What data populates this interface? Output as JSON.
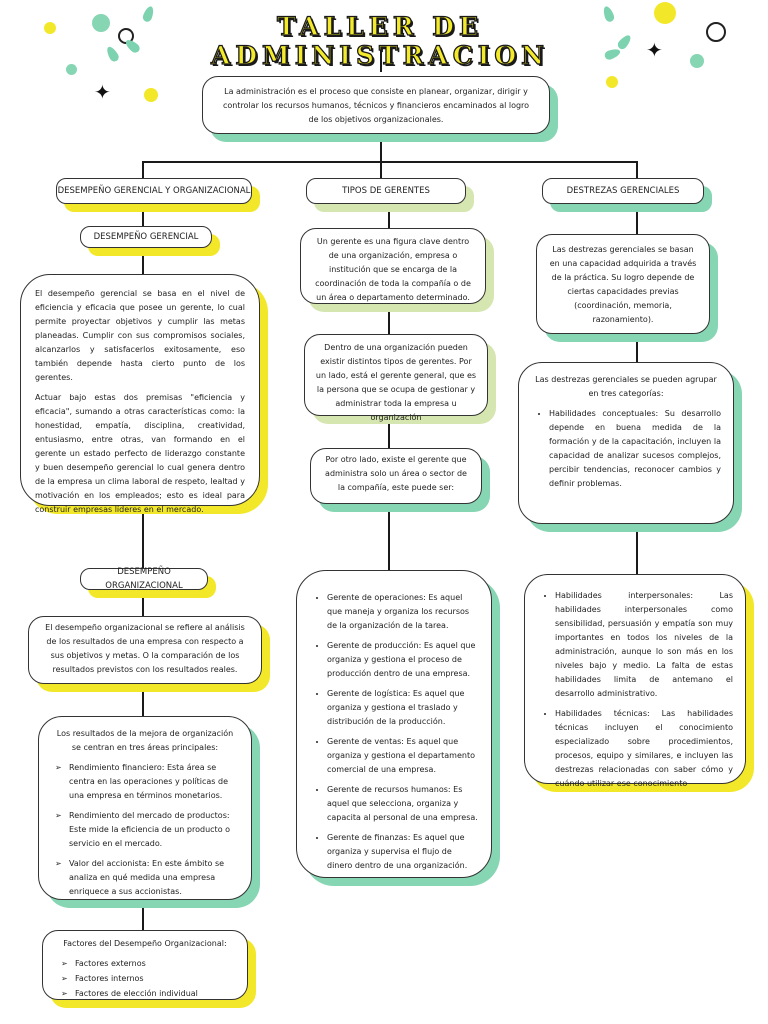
{
  "title": "TALLER DE ADMINISTRACION",
  "intro": "La administración es el proceso que consiste en planear, organizar, dirigir y controlar los recursos humanos, técnicos y financieros encaminados al logro de los objetivos organizacionales.",
  "col1": {
    "header": "DESEMPEÑO GERENCIAL Y ORGANIZACIONAL",
    "sub1": "DESEMPEÑO GERENCIAL",
    "p1": "El desempeño gerencial se basa en el nivel de eficiencia y eficacia que posee un gerente, lo cual permite proyectar objetivos y cumplir las metas planeadas. Cumplir con sus compromisos sociales, alcanzarlos y satisfacerlos exitosamente, eso también depende hasta cierto punto de los gerentes.",
    "p2": "Actuar bajo estas dos premisas \"eficiencia y eficacia\", sumando a otras características como: la honestidad, empatía, disciplina, creatividad, entusiasmo, entre otras, van formando en el gerente un estado perfecto de liderazgo constante y buen desempeño gerencial lo cual genera dentro de la empresa un clima laboral de respeto, lealtad y motivación en los empleados; esto es ideal para construir empresas líderes en el mercado.",
    "sub2": "DESEMPEÑO ORGANIZACIONAL",
    "p3": "El desempeño organizacional se refiere al análisis de los resultados de una empresa con respecto a sus objetivos y metas. O la comparación de los resultados previstos con los resultados reales.",
    "p4_intro": "Los resultados de la mejora de organización se centran en tres áreas principales:",
    "areas": [
      "Rendimiento financiero: Esta área se centra en las operaciones y políticas de una empresa en términos monetarios.",
      "Rendimiento del mercado de productos: Este mide la eficiencia de un producto o servicio en el mercado.",
      "Valor del accionista: En este ámbito se analiza en qué medida una empresa enriquece a sus accionistas."
    ],
    "factors_title": "Factores del Desempeño Organizacional:",
    "factors": [
      "Factores externos",
      "Factores internos",
      "Factores de elección individual"
    ]
  },
  "col2": {
    "header": "TIPOS DE GERENTES",
    "p1": "Un gerente es una figura clave dentro de una organización, empresa o institución que se encarga de la coordinación de toda la compañía o de un área o departamento determinado.",
    "p2": "Dentro de una organización pueden existir distintos tipos de gerentes. Por un lado, está el gerente general, que es la persona que se ocupa de gestionar y administrar toda la empresa u organización",
    "p3": "Por otro lado, existe el gerente que administra solo un área o sector de la compañía, este puede ser:",
    "types": [
      "Gerente de operaciones: Es aquel que maneja y organiza los recursos de la organización de la tarea.",
      "Gerente de producción: Es aquel que organiza y gestiona el proceso de producción dentro de una empresa.",
      "Gerente de logística: Es aquel que organiza y gestiona el traslado y distribución de la producción.",
      "Gerente de ventas: Es aquel que organiza y gestiona el departamento comercial de una empresa.",
      "Gerente de recursos humanos: Es aquel que selecciona, organiza y capacita al personal de una empresa.",
      "Gerente de finanzas: Es aquel que organiza y supervisa el flujo de dinero dentro de una organización."
    ]
  },
  "col3": {
    "header": "DESTREZAS GERENCIALES",
    "p1": "Las destrezas gerenciales se basan en una capacidad adquirida a través de la práctica. Su logro depende de ciertas capacidades previas (coordinación, memoria, razonamiento).",
    "p2": "Las destrezas gerenciales se pueden agrupar en tres categorías:",
    "skill1": "Habilidades conceptuales: Su desarrollo depende en buena medida de la formación y de la capacitación, incluyen la capacidad de analizar sucesos complejos, percibir tendencias, reconocer cambios y definir problemas.",
    "skill2": "Habilidades interpersonales: Las habilidades interpersonales como sensibilidad, persuasión y empatía son muy importantes en todos los niveles de la administración, aunque lo son más en los niveles bajo y medio. La falta de estas habilidades limita de antemano el desarrollo administrativo.",
    "skill3": "Habilidades técnicas: Las habilidades técnicas incluyen el conocimiento especializado sobre procedimientos, procesos, equipo y similares, e incluyen las destrezas relacionadas con saber cómo y cuándo utilizar ese conocimiento"
  },
  "colors": {
    "yellow": "#f2e829",
    "green": "#86d5b3",
    "lightgreen": "#d6e6b0"
  }
}
